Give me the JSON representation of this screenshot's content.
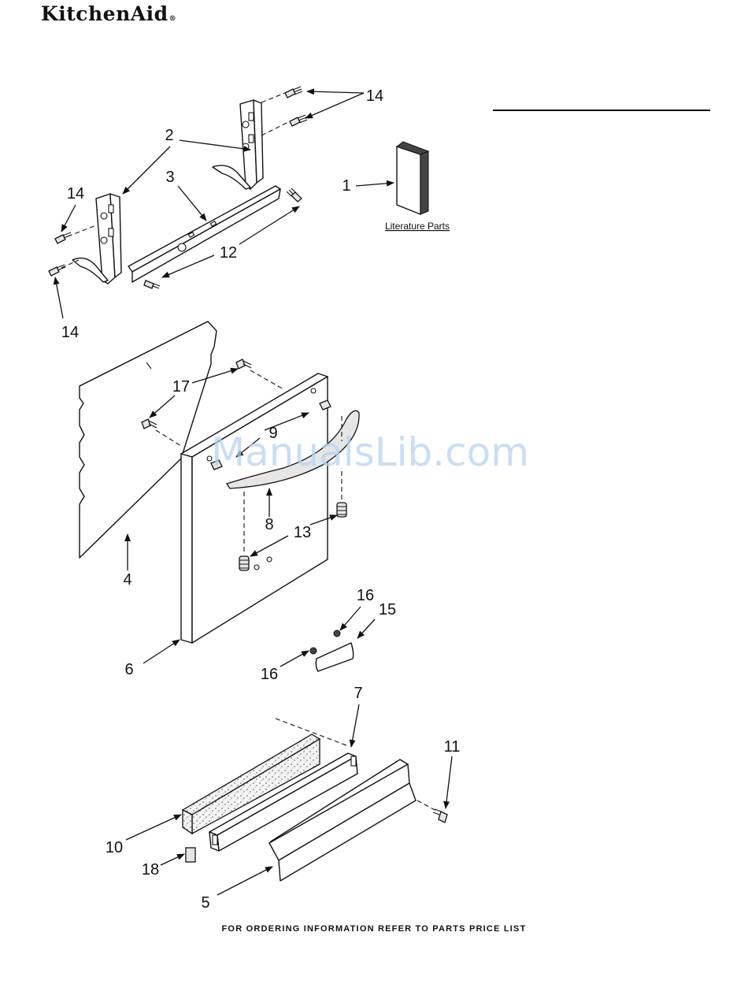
{
  "header": {
    "brand": "KitchenAid",
    "brand_mark": "®"
  },
  "literature": {
    "label": "Literature Parts"
  },
  "callouts": {
    "c1": "1",
    "c2": "2",
    "c3": "3",
    "c4": "4",
    "c5": "5",
    "c6": "6",
    "c7": "7",
    "c8": "8",
    "c9": "9",
    "c10": "10",
    "c11": "11",
    "c12": "12",
    "c13": "13",
    "c14a": "14",
    "c14b": "14",
    "c14c": "14",
    "c15": "15",
    "c16a": "16",
    "c16b": "16",
    "c17": "17",
    "c18": "18"
  },
  "watermark": "ManualsLib.com",
  "footer": {
    "text": "FOR ORDERING INFORMATION REFER TO PARTS PRICE LIST"
  }
}
